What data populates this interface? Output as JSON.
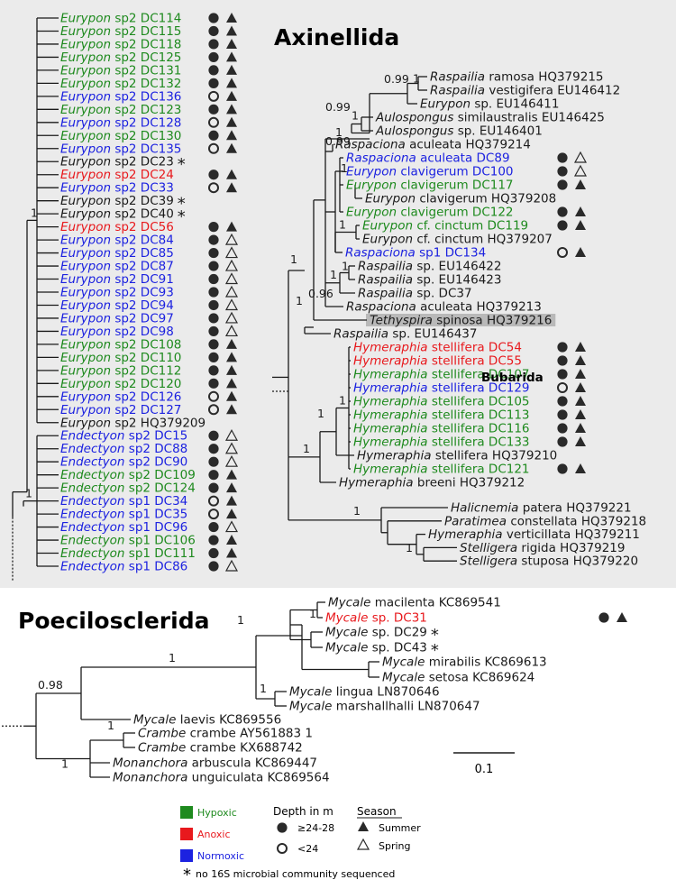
{
  "colors": {
    "hypoxic": "#1e8a1e",
    "anoxic": "#e8191d",
    "normoxic": "#1c22e0",
    "default": "#1a1a1a",
    "panel_bg": "#ebebeb",
    "highlight": "#b9b9b9"
  },
  "clades": {
    "axinellida": "Axinellida",
    "poecilosclerida": "Poecilosclerida",
    "bubarida": "Bubarida"
  },
  "scale_bar": "0.1",
  "left_tree": {
    "leaves": [
      {
        "genus": "Eurypon",
        "rest": "sp2 DC114",
        "state": "hypoxic",
        "depth": "deep",
        "season": "summer"
      },
      {
        "genus": "Eurypon",
        "rest": "sp2 DC115",
        "state": "hypoxic",
        "depth": "deep",
        "season": "summer"
      },
      {
        "genus": "Eurypon",
        "rest": "sp2 DC118",
        "state": "hypoxic",
        "depth": "deep",
        "season": "summer"
      },
      {
        "genus": "Eurypon",
        "rest": "sp2 DC125",
        "state": "hypoxic",
        "depth": "deep",
        "season": "summer"
      },
      {
        "genus": "Eurypon",
        "rest": "sp2 DC131",
        "state": "hypoxic",
        "depth": "deep",
        "season": "summer"
      },
      {
        "genus": "Eurypon",
        "rest": "sp2 DC132",
        "state": "hypoxic",
        "depth": "deep",
        "season": "summer"
      },
      {
        "genus": "Eurypon",
        "rest": "sp2 DC136",
        "state": "normoxic",
        "depth": "shallow",
        "season": "summer"
      },
      {
        "genus": "Eurypon",
        "rest": "sp2 DC123",
        "state": "hypoxic",
        "depth": "deep",
        "season": "summer"
      },
      {
        "genus": "Eurypon",
        "rest": "sp2 DC128",
        "state": "normoxic",
        "depth": "shallow",
        "season": "summer"
      },
      {
        "genus": "Eurypon",
        "rest": "sp2 DC130",
        "state": "hypoxic",
        "depth": "deep",
        "season": "summer"
      },
      {
        "genus": "Eurypon",
        "rest": "sp2 DC135",
        "state": "normoxic",
        "depth": "shallow",
        "season": "summer"
      },
      {
        "genus": "Eurypon",
        "rest": "sp2 DC23",
        "state": "none",
        "nodata": true
      },
      {
        "genus": "Eurypon",
        "rest": "sp2 DC24",
        "state": "anoxic",
        "depth": "deep",
        "season": "summer"
      },
      {
        "genus": "Eurypon",
        "rest": "sp2 DC33",
        "state": "normoxic",
        "depth": "shallow",
        "season": "summer"
      },
      {
        "genus": "Eurypon",
        "rest": "sp2 DC39",
        "state": "none",
        "nodata": true
      },
      {
        "genus": "Eurypon",
        "rest": "sp2 DC40",
        "state": "none",
        "nodata": true
      },
      {
        "genus": "Eurypon",
        "rest": "sp2 DC56",
        "state": "anoxic",
        "depth": "deep",
        "season": "summer"
      },
      {
        "genus": "Eurypon",
        "rest": "sp2 DC84",
        "state": "normoxic",
        "depth": "deep",
        "season": "spring"
      },
      {
        "genus": "Eurypon",
        "rest": "sp2 DC85",
        "state": "normoxic",
        "depth": "deep",
        "season": "spring"
      },
      {
        "genus": "Eurypon",
        "rest": "sp2 DC87",
        "state": "normoxic",
        "depth": "deep",
        "season": "spring"
      },
      {
        "genus": "Eurypon",
        "rest": "sp2 DC91",
        "state": "normoxic",
        "depth": "deep",
        "season": "spring"
      },
      {
        "genus": "Eurypon",
        "rest": "sp2 DC93",
        "state": "normoxic",
        "depth": "deep",
        "season": "spring"
      },
      {
        "genus": "Eurypon",
        "rest": "sp2 DC94",
        "state": "normoxic",
        "depth": "deep",
        "season": "spring"
      },
      {
        "genus": "Eurypon",
        "rest": "sp2 DC97",
        "state": "normoxic",
        "depth": "deep",
        "season": "spring"
      },
      {
        "genus": "Eurypon",
        "rest": "sp2 DC98",
        "state": "normoxic",
        "depth": "deep",
        "season": "spring"
      },
      {
        "genus": "Eurypon",
        "rest": "sp2 DC108",
        "state": "hypoxic",
        "depth": "deep",
        "season": "summer"
      },
      {
        "genus": "Eurypon",
        "rest": "sp2 DC110",
        "state": "hypoxic",
        "depth": "deep",
        "season": "summer"
      },
      {
        "genus": "Eurypon",
        "rest": "sp2 DC112",
        "state": "hypoxic",
        "depth": "deep",
        "season": "summer"
      },
      {
        "genus": "Eurypon",
        "rest": "sp2 DC120",
        "state": "hypoxic",
        "depth": "deep",
        "season": "summer"
      },
      {
        "genus": "Eurypon",
        "rest": "sp2 DC126",
        "state": "normoxic",
        "depth": "shallow",
        "season": "summer"
      },
      {
        "genus": "Eurypon",
        "rest": "sp2 DC127",
        "state": "normoxic",
        "depth": "shallow",
        "season": "summer"
      },
      {
        "genus": "Eurypon",
        "rest": "sp2 HQ379209",
        "state": "none"
      },
      {
        "genus": "Endectyon",
        "rest": "sp2 DC15",
        "state": "normoxic",
        "depth": "deep",
        "season": "spring"
      },
      {
        "genus": "Endectyon",
        "rest": "sp2 DC88",
        "state": "normoxic",
        "depth": "deep",
        "season": "spring"
      },
      {
        "genus": "Endectyon",
        "rest": "sp2 DC90",
        "state": "normoxic",
        "depth": "deep",
        "season": "spring"
      },
      {
        "genus": "Endectyon",
        "rest": "sp2 DC109",
        "state": "hypoxic",
        "depth": "deep",
        "season": "summer"
      },
      {
        "genus": "Endectyon",
        "rest": "sp2 DC124",
        "state": "hypoxic",
        "depth": "deep",
        "season": "summer"
      },
      {
        "genus": "Endectyon",
        "rest": "sp1 DC34",
        "state": "normoxic",
        "depth": "shallow",
        "season": "summer"
      },
      {
        "genus": "Endectyon",
        "rest": "sp1 DC35",
        "state": "normoxic",
        "depth": "shallow",
        "season": "summer"
      },
      {
        "genus": "Endectyon",
        "rest": "sp1 DC96",
        "state": "normoxic",
        "depth": "deep",
        "season": "spring"
      },
      {
        "genus": "Endectyon",
        "rest": "sp1 DC106",
        "state": "hypoxic",
        "depth": "deep",
        "season": "summer"
      },
      {
        "genus": "Endectyon",
        "rest": "sp1 DC111",
        "state": "hypoxic",
        "depth": "deep",
        "season": "summer"
      },
      {
        "genus": "Endectyon",
        "rest": "sp1 DC86",
        "state": "normoxic",
        "depth": "deep",
        "season": "spring"
      }
    ],
    "supports": [
      "1",
      "1"
    ]
  },
  "right_tree": {
    "leaves": [
      {
        "genus": "Raspailia",
        "rest": "ramosa HQ379215",
        "state": "none"
      },
      {
        "genus": "Raspailia",
        "rest": "vestigifera EU146412",
        "state": "none"
      },
      {
        "genus": "Eurypon",
        "rest": "sp. EU146411",
        "state": "none"
      },
      {
        "genus": "Aulospongus",
        "rest": "similaustralis EU146425",
        "state": "none"
      },
      {
        "genus": "Aulospongus",
        "rest": "sp. EU146401",
        "state": "none"
      },
      {
        "genus": "Raspaciona",
        "rest": "aculeata HQ379214",
        "state": "none"
      },
      {
        "genus": "Raspaciona",
        "rest": "aculeata DC89",
        "state": "normoxic",
        "depth": "deep",
        "season": "spring"
      },
      {
        "genus": "Eurypon",
        "rest": "clavigerum DC100",
        "state": "normoxic",
        "depth": "deep",
        "season": "spring"
      },
      {
        "genus": "Eurypon",
        "rest": "clavigerum DC117",
        "state": "hypoxic",
        "depth": "deep",
        "season": "summer"
      },
      {
        "genus": "Eurypon",
        "rest": "clavigerum HQ379208",
        "state": "none"
      },
      {
        "genus": "Eurypon",
        "rest": "clavigerum DC122",
        "state": "hypoxic",
        "depth": "deep",
        "season": "summer"
      },
      {
        "genus": "Eurypon",
        "rest": "cf. cinctum DC119",
        "state": "hypoxic",
        "depth": "deep",
        "season": "summer"
      },
      {
        "genus": "Eurypon",
        "rest": "cf. cinctum HQ379207",
        "state": "none"
      },
      {
        "genus": "Raspaciona",
        "rest": "sp1 DC134",
        "state": "normoxic",
        "depth": "shallow",
        "season": "summer"
      },
      {
        "genus": "Raspailia",
        "rest": "sp. EU146422",
        "state": "none"
      },
      {
        "genus": "Raspailia",
        "rest": "sp. EU146423",
        "state": "none"
      },
      {
        "genus": "Raspailia",
        "rest": "sp. DC37",
        "state": "none"
      },
      {
        "genus": "Raspaciona",
        "rest": "aculeata HQ379213",
        "state": "none"
      },
      {
        "genus": "Tethyspira",
        "rest": "spinosa HQ379216",
        "state": "none",
        "highlight": true
      },
      {
        "genus": "Raspailia",
        "rest": "sp. EU146437",
        "state": "none"
      },
      {
        "genus": "Hymeraphia",
        "rest": "stellifera DC54",
        "state": "anoxic",
        "depth": "deep",
        "season": "summer"
      },
      {
        "genus": "Hymeraphia",
        "rest": "stellifera DC55",
        "state": "anoxic",
        "depth": "deep",
        "season": "summer"
      },
      {
        "genus": "Hymeraphia",
        "rest": "stellifera DC107",
        "state": "hypoxic",
        "depth": "deep",
        "season": "summer"
      },
      {
        "genus": "Hymeraphia",
        "rest": "stellifera DC129",
        "state": "normoxic",
        "depth": "shallow",
        "season": "summer"
      },
      {
        "genus": "Hymeraphia",
        "rest": "stellifera DC105",
        "state": "hypoxic",
        "depth": "deep",
        "season": "summer"
      },
      {
        "genus": "Hymeraphia",
        "rest": "stellifera DC113",
        "state": "hypoxic",
        "depth": "deep",
        "season": "summer"
      },
      {
        "genus": "Hymeraphia",
        "rest": "stellifera DC116",
        "state": "hypoxic",
        "depth": "deep",
        "season": "summer"
      },
      {
        "genus": "Hymeraphia",
        "rest": "stellifera DC133",
        "state": "hypoxic",
        "depth": "deep",
        "season": "summer"
      },
      {
        "genus": "Hymeraphia",
        "rest": "stellifera HQ379210",
        "state": "none"
      },
      {
        "genus": "Hymeraphia",
        "rest": "stellifera DC121",
        "state": "hypoxic",
        "depth": "deep",
        "season": "summer"
      },
      {
        "genus": "Hymeraphia",
        "rest": "breeni HQ379212",
        "state": "none"
      },
      {
        "genus": "Halicnemia",
        "rest": "patera HQ379221",
        "state": "none"
      },
      {
        "genus": "Paratimea",
        "rest": "constellata HQ379218",
        "state": "none"
      },
      {
        "genus": "Hymeraphia",
        "rest": "verticillata HQ379211",
        "state": "none"
      },
      {
        "genus": "Stelligera",
        "rest": "rigida HQ379219",
        "state": "none"
      },
      {
        "genus": "Stelligera",
        "rest": "stuposa HQ379220",
        "state": "none"
      }
    ],
    "supports": [
      "0.99",
      "1",
      "0.99",
      "1",
      "1",
      "1",
      "1",
      "1",
      "1",
      "0.96",
      "1",
      "1",
      "1",
      "1",
      "1",
      "1",
      "1"
    ]
  },
  "bottom_tree": {
    "leaves": [
      {
        "genus": "Mycale",
        "rest": "macilenta KC869541",
        "state": "none"
      },
      {
        "genus": "Mycale",
        "rest": "sp. DC31",
        "state": "anoxic",
        "depth": "deep",
        "season": "summer"
      },
      {
        "genus": "Mycale",
        "rest": "sp. DC29",
        "state": "none",
        "nodata": true
      },
      {
        "genus": "Mycale",
        "rest": "sp. DC43",
        "state": "none",
        "nodata": true
      },
      {
        "genus": "Mycale",
        "rest": "mirabilis KC869613",
        "state": "none"
      },
      {
        "genus": "Mycale",
        "rest": "setosa KC869624",
        "state": "none"
      },
      {
        "genus": "Mycale",
        "rest": "lingua LN870646",
        "state": "none"
      },
      {
        "genus": "Mycale",
        "rest": "marshallhalli LN870647",
        "state": "none"
      },
      {
        "genus": "Mycale",
        "rest": "laevis KC869556",
        "state": "none"
      },
      {
        "genus": "Crambe",
        "rest": "crambe AY561883 1",
        "state": "none"
      },
      {
        "genus": "Crambe",
        "rest": "crambe KX688742",
        "state": "none"
      },
      {
        "genus": "Monanchora",
        "rest": "arbuscula KC869447",
        "state": "none"
      },
      {
        "genus": "Monanchora",
        "rest": "unguiculata KC869564",
        "state": "none"
      }
    ],
    "supports": [
      "1",
      "1",
      "1",
      "1",
      "0.98",
      "1",
      "1"
    ]
  },
  "legend": {
    "hypoxic": "Hypoxic",
    "anoxic": "Anoxic",
    "normoxic": "Normoxic",
    "depth_title": "Depth in m",
    "depth_deep": "≥24-28",
    "depth_shallow": "<24",
    "season_title": "Season",
    "summer": "Summer",
    "spring": "Spring",
    "nodata_note": "no 16S microbial community sequenced"
  }
}
